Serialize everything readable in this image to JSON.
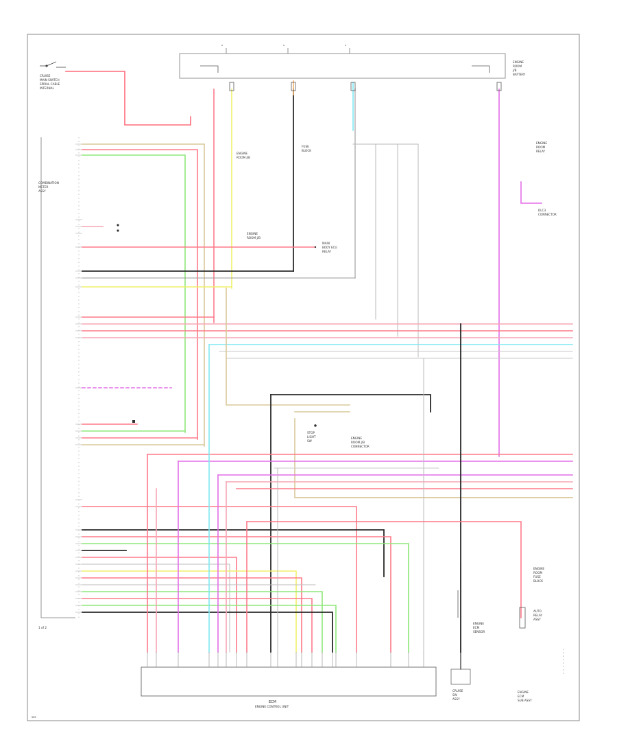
{
  "colors": {
    "pink": "#f7a6b4",
    "red": "#ff6b7a",
    "yellow": "#f0f06a",
    "green": "#8ee87a",
    "tan": "#d9c89a",
    "cyan": "#7fe8f2",
    "magenta": "#e36ee8",
    "gray": "#b9b9b9",
    "black": "#2a2a2a",
    "frame": "#888888"
  },
  "labels": {
    "top_switch": [
      "CRUISE",
      "MAIN SWITCH",
      "SPIRAL CABLE",
      "INTERNAL"
    ],
    "left_ecu": [
      "COMBINATION",
      "METER",
      "ASSY"
    ],
    "top_right": [
      "ENGINE",
      "ROOM",
      "J/B",
      "BATTERY"
    ],
    "relay_right": [
      "ENGINE",
      "ROOM",
      "RELAY"
    ],
    "obd": [
      "DLC3",
      "CONNECTOR"
    ],
    "mid_left": [
      "ENGINE",
      "ROOM J/B"
    ],
    "mid_small": [
      "FUSE",
      "BLOCK"
    ],
    "center_fuse": [
      "ENGINE",
      "ROOM J/B"
    ],
    "center_relay": [
      "MAIN",
      "BODY ECU",
      "RELAY"
    ],
    "lower_center": [
      "STOP",
      "LIGHT",
      "SW"
    ],
    "lower_center2": [
      "ENGINE",
      "ROOM J/B",
      "CONNECTOR"
    ],
    "lower_right1": [
      "ENGINE",
      "ROOM",
      "FUSE",
      "BLOCK"
    ],
    "lower_right2": [
      "AUTO",
      "RELAY",
      "ASSY"
    ],
    "lower_right3": [
      "ENGINE",
      "ECM",
      "SENSOR"
    ],
    "bottom_ecu": [
      "ECM",
      "ENGINE CONTROL UNIT"
    ],
    "bottom_small1": [
      "CRUISE",
      "SW",
      "ASSY"
    ],
    "bottom_small2": [
      "ENGINE",
      "ECM",
      "SUB ASSY"
    ],
    "page_ref": "1 of 2",
    "corner": "SEE"
  }
}
